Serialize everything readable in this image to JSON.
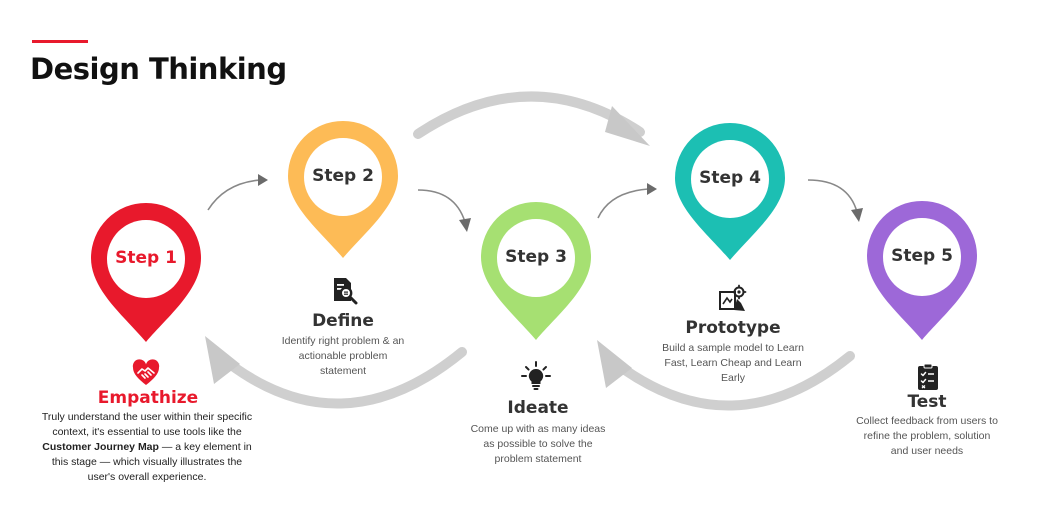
{
  "header": {
    "title": "Design Thinking"
  },
  "colors": {
    "accent": "#e8192c",
    "arrow": "#cfcfcf",
    "arrow_head": "#6b6b6b"
  },
  "steps": [
    {
      "label": "Step 1",
      "name": "Empathize",
      "color": "#e8192c",
      "label_color": "#e8192c",
      "name_color": "#e8192c",
      "icon": "heart-handshake-icon",
      "description": {
        "line1": "Truly understand the user within their specific",
        "line2": "context, it's essential to use tools like the",
        "highlight": "Customer Journey Map",
        "line3_rest": " — a key element in",
        "line4": "this stage — which visually illustrates the",
        "line5": "user's overall experience."
      }
    },
    {
      "label": "Step 2",
      "name": "Define",
      "color": "#fdbb56",
      "label_color": "#333333",
      "name_color": "#333333",
      "icon": "document-search-icon",
      "description": {
        "line1": "Identify right problem & an",
        "line2": "actionable problem",
        "line3": "statement"
      }
    },
    {
      "label": "Step 3",
      "name": "Ideate",
      "color": "#a6e072",
      "label_color": "#333333",
      "name_color": "#333333",
      "icon": "lightbulb-icon",
      "description": {
        "line1": "Come up with as many ideas",
        "line2": "as possible to solve the",
        "line3": "problem statement"
      }
    },
    {
      "label": "Step 4",
      "name": "Prototype",
      "color": "#1cbfb3",
      "label_color": "#333333",
      "name_color": "#333333",
      "icon": "prototype-tool-icon",
      "description": {
        "line1": "Build a sample model to Learn",
        "line2": "Fast, Learn Cheap and Learn",
        "line3": "Early"
      }
    },
    {
      "label": "Step 5",
      "name": "Test",
      "color": "#9d68d8",
      "label_color": "#333333",
      "name_color": "#333333",
      "icon": "checklist-icon",
      "description": {
        "line1": "Collect feedback from users to",
        "line2": "refine the problem, solution",
        "line3": "and user needs"
      }
    }
  ]
}
